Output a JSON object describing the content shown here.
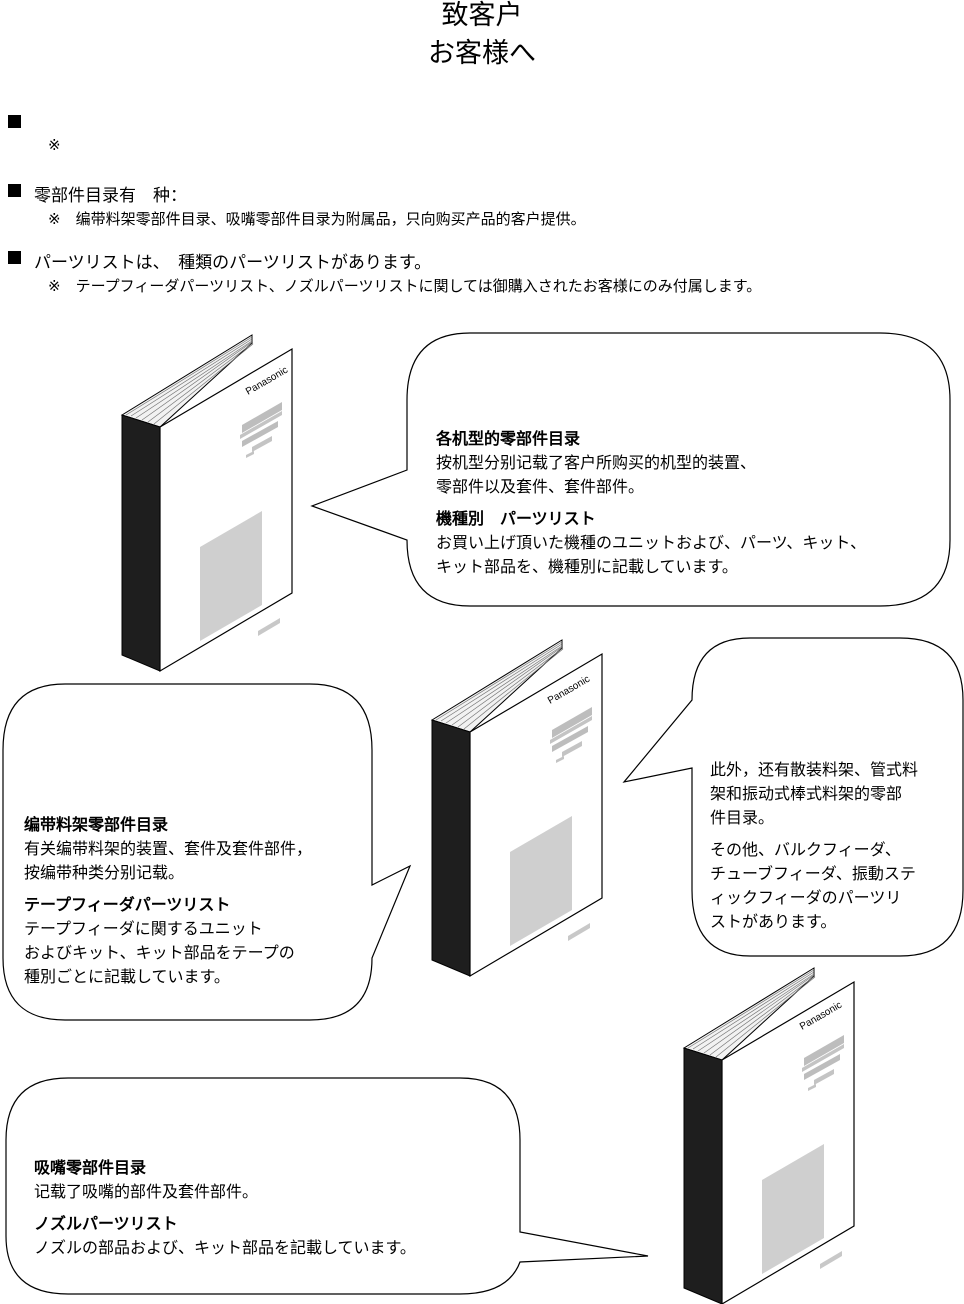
{
  "title": {
    "zh": "致客户",
    "ja": "お客様へ"
  },
  "intro": {
    "item1_note": "※",
    "item2_text": "零部件目录有　种：",
    "item2_note": "※　编带料架零部件目录、吸嘴零部件目录为附属品，只向购买产品的客户提供。",
    "item3_text": "パーツリストは、　種類のパーツリストがあります。",
    "item3_note": "※　テープフィーダパーツリスト、ノズルパーツリストに関しては御購入されたお客様にのみ付属します。"
  },
  "book_brand": "Panasonic",
  "bubbles": {
    "model": {
      "heading_zh": "各机型的零部件目录",
      "line_zh_1": "按机型分别记载了客户所购买的机型的装置、",
      "line_zh_2": "零部件以及套件、套件部件。",
      "heading_ja": "機種別　パーツリスト",
      "line_ja_1": "お買い上げ頂いた機種のユニットおよび、パーツ、キット、",
      "line_ja_2": "キット部品を、機種別に記載しています。"
    },
    "tape": {
      "heading_zh": "编带料架零部件目录",
      "line_zh_1": "有关编带料架的装置、套件及套件部件，",
      "line_zh_2": "按编带种类分别记载。",
      "heading_ja": "テープフィーダパーツリスト",
      "line_ja_1": "テープフィーダに関するユニット",
      "line_ja_2": "およびキット、キット部品をテープの",
      "line_ja_3": "種別ごとに記載しています。"
    },
    "other": {
      "line_zh_1": "此外，还有散装料架、管式料",
      "line_zh_2": "架和振动式棒式料架的零部",
      "line_zh_3": "件目录。",
      "line_ja_1": "その他、バルクフィーダ、",
      "line_ja_2": "チューブフィーダ、振動ステ",
      "line_ja_3": "ィックフィーダのパーツリ",
      "line_ja_4": "ストがあります。"
    },
    "nozzle": {
      "heading_zh": "吸嘴零部件目录",
      "line_zh_1": "记载了吸嘴的部件及套件部件。",
      "heading_ja": "ノズルパーツリスト",
      "line_ja_1": "ノズルの部品および、キット部品を記載しています。"
    }
  }
}
